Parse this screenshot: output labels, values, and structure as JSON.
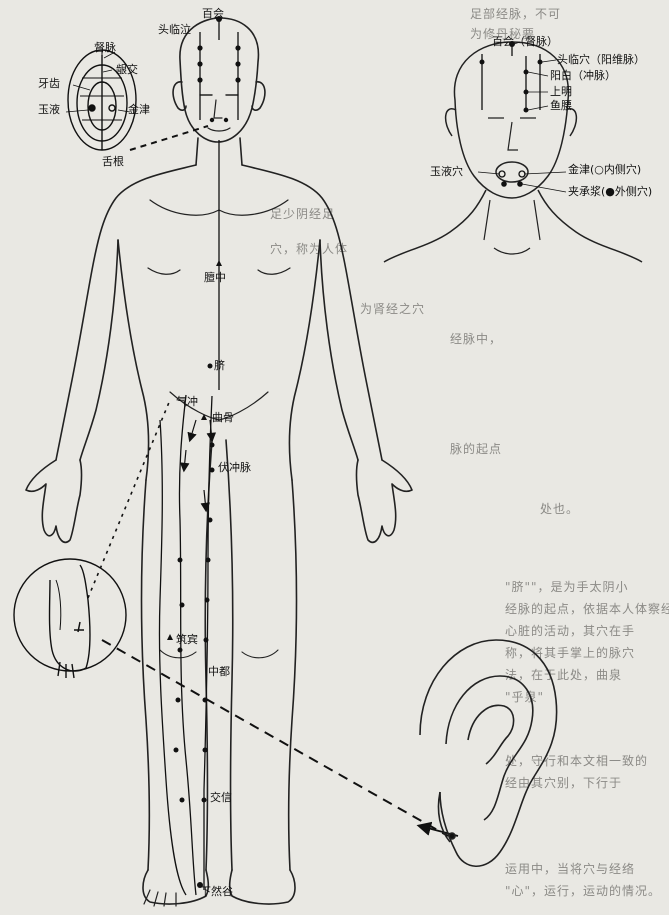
{
  "labels": {
    "baihui": "百会",
    "touwei": "头临泣",
    "dumai": "督脉",
    "yinjiao": "龈交",
    "yachi": "牙齿",
    "yuye": "玉液",
    "jinjin": "金津",
    "shegen": "舌根",
    "tanzhong": "膻中",
    "qi": "脐",
    "qichong": "气冲",
    "qugu": "曲骨",
    "fuchongmai": "伏冲脉",
    "zhubin": "筑宾",
    "zhongdu": "中都",
    "jiaoxin": "交信",
    "xiaran": "下然谷",
    "h_baihui": "百会（督脉）",
    "h_touwei": "头临穴（阳维脉）",
    "h_yangbai": "阳白（冲脉）",
    "h_shangming": "上明",
    "h_yuyao": "鱼腰",
    "h_yuye": "玉液穴",
    "h_jinjin": "金津(○内侧穴)",
    "h_jiachengjiang": "夹承浆(●外侧穴)"
  },
  "background_text": [
    "足部经脉，不可",
    "为修丹秘要",
    "足少阴经足",
    "穴，称为人体",
    "为肾经之穴",
    "经脉中，",
    "脉的起点",
    "处也。",
    "\"脐\"\"，是为手太阴小",
    "经脉的起点，依据本人体察经",
    "心脏的活动，其穴在手",
    "称，将其手掌上的脉穴",
    "法，在于此处，曲泉",
    "\"乎泉\"",
    "处，守行和本文相一致的",
    "经由其穴别，下行于",
    "运用中，当将穴与经络",
    "\"心\"，运行，运动的情况。"
  ]
}
